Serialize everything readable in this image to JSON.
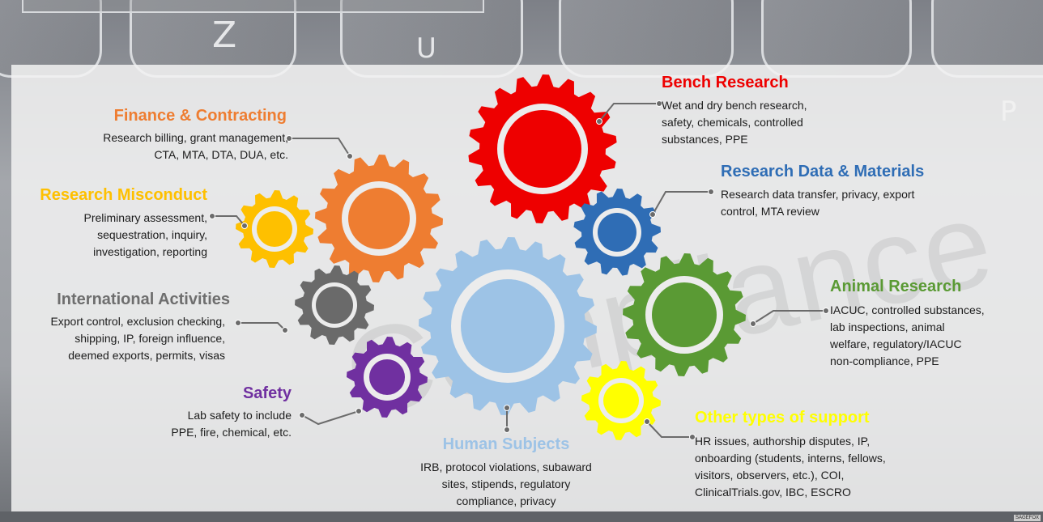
{
  "background": {
    "key_letters": [
      "Z",
      "U",
      "P"
    ],
    "watermark_word": "Compliance",
    "logo_text": "SAGEFOX"
  },
  "colors": {
    "finance": "#ee7d31",
    "bench": "#ee0000",
    "misconduct": "#fec000",
    "research_data": "#2f6db5",
    "international": "#6a6a6a",
    "animal": "#5a9a34",
    "human": "#9dc3e6",
    "safety": "#7030a0",
    "other": "#ffff00"
  },
  "sections": {
    "finance": {
      "title": "Finance & Contracting",
      "desc": [
        "Research billing, grant management,",
        "CTA, MTA, DTA, DUA, etc."
      ]
    },
    "bench": {
      "title": "Bench Research",
      "desc": [
        "Wet and dry bench research,",
        "safety, chemicals, controlled",
        "substances, PPE"
      ]
    },
    "misconduct": {
      "title": "Research Misconduct",
      "desc": [
        "Preliminary assessment,",
        "sequestration,  inquiry,",
        "investigation, reporting"
      ]
    },
    "research_data": {
      "title": "Research Data & Materials",
      "desc": [
        "Research data transfer, privacy, export",
        "control, MTA review"
      ]
    },
    "international": {
      "title": "International Activities",
      "desc": [
        "Export control, exclusion checking,",
        "shipping, IP, foreign influence,",
        "deemed exports, permits, visas"
      ]
    },
    "animal": {
      "title": "Animal Research",
      "desc": [
        "IACUC, controlled substances,",
        "lab inspections, animal",
        "welfare, regulatory/IACUC",
        "non-compliance, PPE"
      ]
    },
    "safety": {
      "title": "Safety",
      "desc": [
        "Lab safety to include",
        "PPE, fire, chemical, etc."
      ]
    },
    "human": {
      "title": "Human Subjects",
      "desc": [
        "IRB, protocol violations, subaward",
        "sites, stipends, regulatory",
        "compliance, privacy"
      ]
    },
    "other": {
      "title": "Other types of support",
      "desc": [
        "HR issues, authorship disputes, IP,",
        "onboarding (students, interns, fellows,",
        "visitors, observers, etc.), COI,",
        "ClinicalTrials.gov, IBC, ESCRO"
      ]
    }
  }
}
